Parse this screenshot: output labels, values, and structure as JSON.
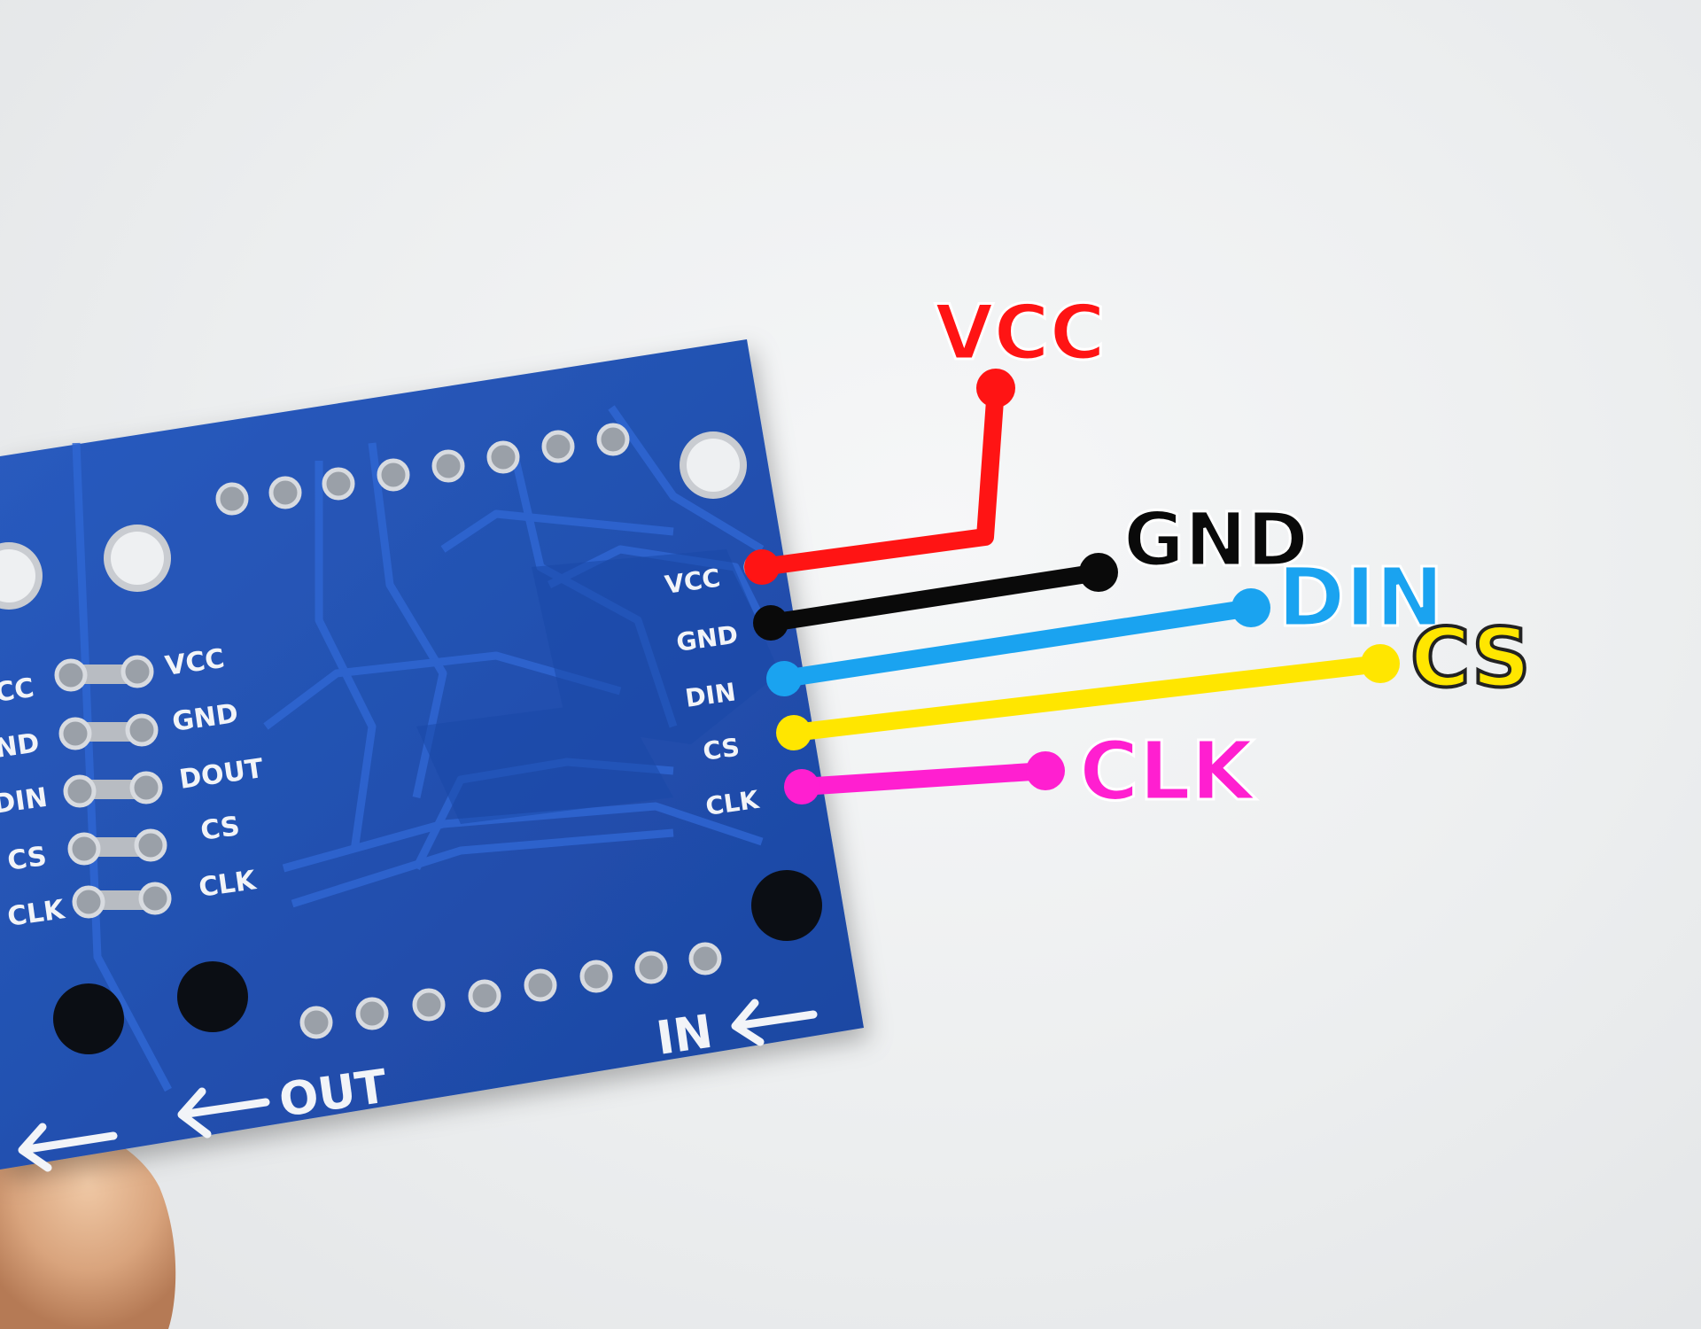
{
  "board": {
    "color": "#1f4fae",
    "input_header": [
      "VCC",
      "GND",
      "DIN",
      "CS",
      "CLK"
    ],
    "chain_header": [
      "VCC",
      "GND",
      "DOUT",
      "CS",
      "CLK"
    ],
    "left_edge_labels": [
      "CC",
      "ND",
      "DIN",
      "CS",
      "CLK"
    ],
    "in_label": "IN",
    "out_label": "OUT"
  },
  "wiring": [
    {
      "label": "VCC",
      "color": "#ff1414"
    },
    {
      "label": "GND",
      "color": "#0a0a0a"
    },
    {
      "label": "DIN",
      "color": "#1aa3f0"
    },
    {
      "label": "CS",
      "color": "#ffe600"
    },
    {
      "label": "CLK",
      "color": "#ff1fd0"
    }
  ]
}
